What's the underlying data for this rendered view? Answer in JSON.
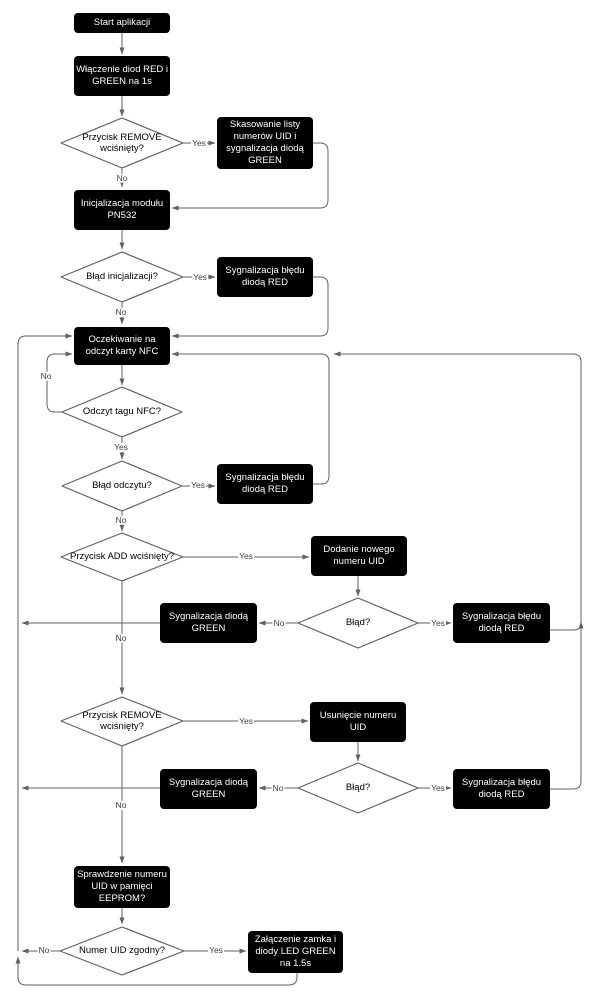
{
  "diagram_type": "flowchart",
  "colors": {
    "background": "#ffffff",
    "node_fill": "#000000",
    "node_text": "#ffffff",
    "decision_fill": "#ffffff",
    "line": "#616161",
    "label_text": "#424242"
  },
  "nodes": {
    "start": "Start aplikacji",
    "led_on": "Włączenie diod RED i GREEN na 1s",
    "remove_pressed_1": "Przycisk REMOVE wciśnięty?",
    "clear_list": "Skasowanie listy numerów UID i sygnalizacja diodą GREEN",
    "init_module": "Inicjalizacja modułu PN532",
    "init_error": "Błąd inicjalizacji?",
    "error_red_1": "Sygnalizacja błędu diodą RED",
    "wait_nfc": "Oczekiwanie na odczyt karty NFC",
    "tag_read": "Odczyt tagu NFC?",
    "read_error": "Błąd odczytu?",
    "error_red_2": "Sygnalizacja błędu diodą RED",
    "add_pressed": "Przycisk ADD wciśnięty?",
    "add_uid": "Dodanie nowego numeru UID",
    "error_check_1": "Błąd?",
    "green_ok_1": "Sygnalizacja diodą GREEN",
    "error_red_3": "Sygnalizacja błędu diodą RED",
    "remove_pressed_2": "Przycisk REMOVE wciśnięty?",
    "remove_uid": "Usunięcie numeru UID",
    "error_check_2": "Błąd?",
    "green_ok_2": "Sygnalizacja diodą GREEN",
    "error_red_4": "Sygnalizacja błędu diodą RED",
    "check_uid": "Sprawdzenie numeru UID w pamięci EEPROM?",
    "uid_match": "Numer UID zgodny?",
    "unlock": "Załączenie zamka i diody LED GREEN na 1.5s"
  },
  "edge_labels": {
    "yes": "Yes",
    "no": "No"
  }
}
